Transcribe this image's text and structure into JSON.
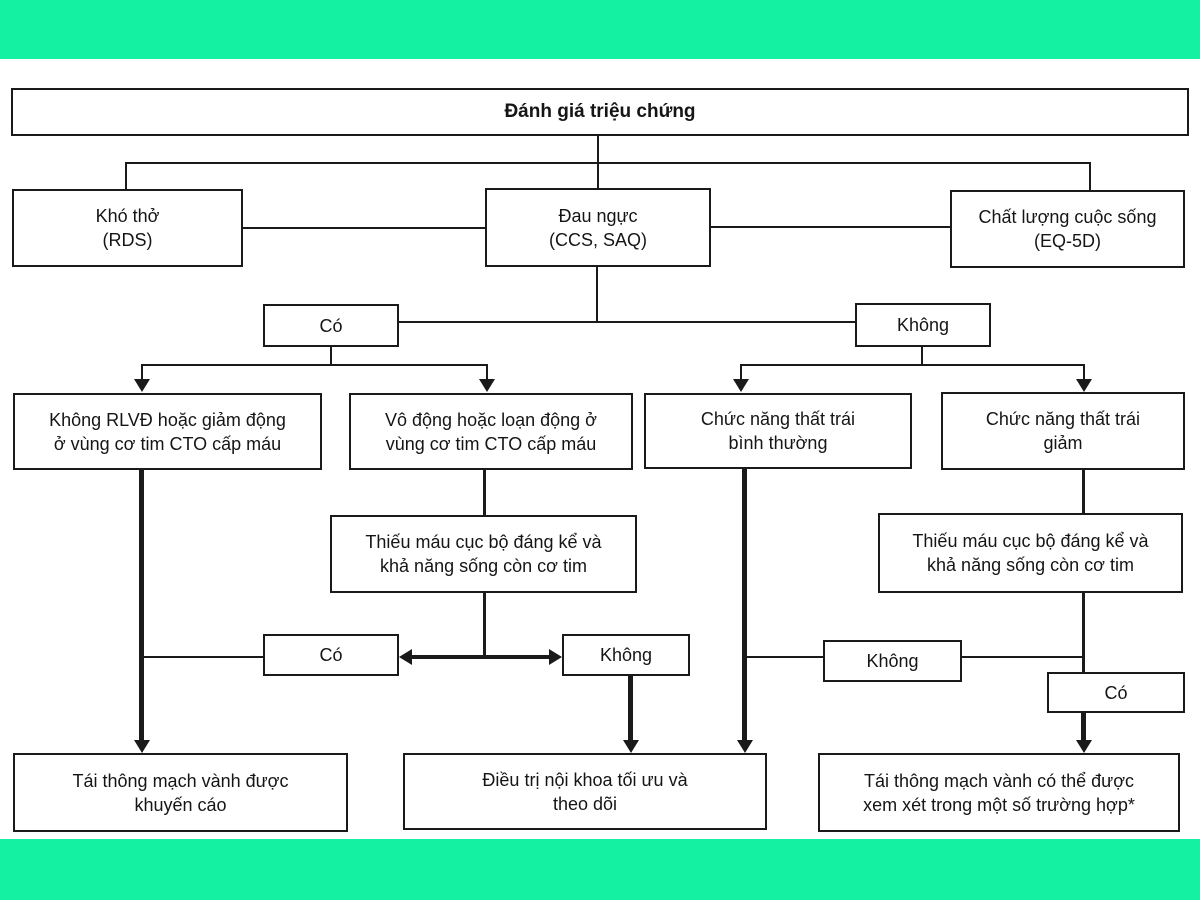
{
  "colors": {
    "band_green": "#14F1A2",
    "line_black": "#1a1a1a",
    "background": "#ffffff"
  },
  "flowchart": {
    "title": {
      "label": "Đánh giá triệu chứng"
    },
    "symptom_boxes": {
      "dyspnea": {
        "line1": "Khó thở",
        "line2": "(RDS)"
      },
      "chest_pain": {
        "line1": "Đau ngực",
        "line2": "(CCS, SAQ)"
      },
      "qol": {
        "line1": "Chất lượng cuộc sống",
        "line2": "(EQ-5D)"
      }
    },
    "decisions": {
      "yes1": "Có",
      "no1": "Không",
      "yes2": "Có",
      "no2": "Không",
      "no3": "Không",
      "yes3": "Có"
    },
    "assessment_boxes": {
      "no_rwma": {
        "line1": "Không RLVĐ hoặc giảm động",
        "line2": "ở vùng cơ tim CTO cấp máu"
      },
      "akinesis": {
        "line1": "Vô động hoặc loạn động ở",
        "line2": "vùng cơ tim CTO cấp máu"
      },
      "lv_normal": {
        "line1": "Chức năng thất trái",
        "line2": "bình thường"
      },
      "lv_reduced": {
        "line1": "Chức năng thất trái",
        "line2": "giảm"
      }
    },
    "ischemia_left": {
      "line1": "Thiếu máu cục bộ đáng kể và",
      "line2": "khả năng sống còn cơ tim"
    },
    "ischemia_right": {
      "line1": "Thiếu máu cục bộ đáng kể và",
      "line2": "khả năng sống còn cơ tim"
    },
    "outcomes": {
      "revasc_recommended": {
        "line1": "Tái thông mạch vành được",
        "line2": "khuyến cáo"
      },
      "omt": {
        "line1": "Điều trị nội khoa tối ưu và",
        "line2": "theo dõi"
      },
      "revasc_considered": {
        "line1": "Tái thông mạch vành có thể được",
        "line2": "xem xét trong một số trường hợp*"
      }
    }
  }
}
